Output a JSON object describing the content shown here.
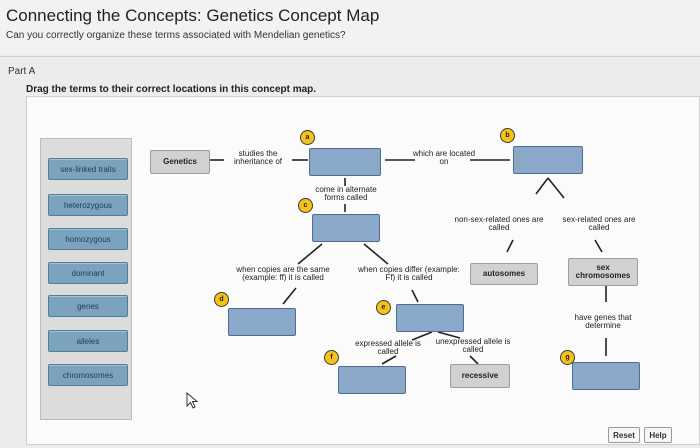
{
  "header": {
    "title": "Connecting the Concepts: Genetics Concept Map",
    "subtitle": "Can you correctly organize these terms associated with Mendelian genetics?"
  },
  "part": {
    "label": "Part A",
    "instruction": "Drag the terms to their correct locations in this concept map."
  },
  "term_bank": [
    "sex-linked traits",
    "heterozygous",
    "homozygous",
    "dominant",
    "genes",
    "alleles",
    "chromosomes"
  ],
  "concepts": {
    "genetics": "Genetics",
    "autosomes": "autosomes",
    "sex_chromosomes": "sex chromosomes",
    "recessive": "recessive"
  },
  "link_labels": {
    "studies": "studies the inheritance of",
    "located": "which are located on",
    "alternate": "come in alternate forms called",
    "nonsex": "non-sex-related ones are called",
    "sexrel": "sex-related ones are called",
    "same": "when copies are the same (example: ff) it is called",
    "differ": "when copies differ (example: Ff) it is called",
    "expressed": "expressed allele is called",
    "unexpressed": "unexpressed allele is called",
    "genes_determine": "have genes that determine"
  },
  "markers": [
    "a",
    "b",
    "c",
    "d",
    "e",
    "f",
    "g"
  ],
  "buttons": {
    "reset": "Reset",
    "help": "Help"
  },
  "colors": {
    "term_fill": "#7ba3bd",
    "drop_fill": "#8aa8c8",
    "concept_fill": "#cfd1d3",
    "marker_fill": "#f4c21a"
  }
}
